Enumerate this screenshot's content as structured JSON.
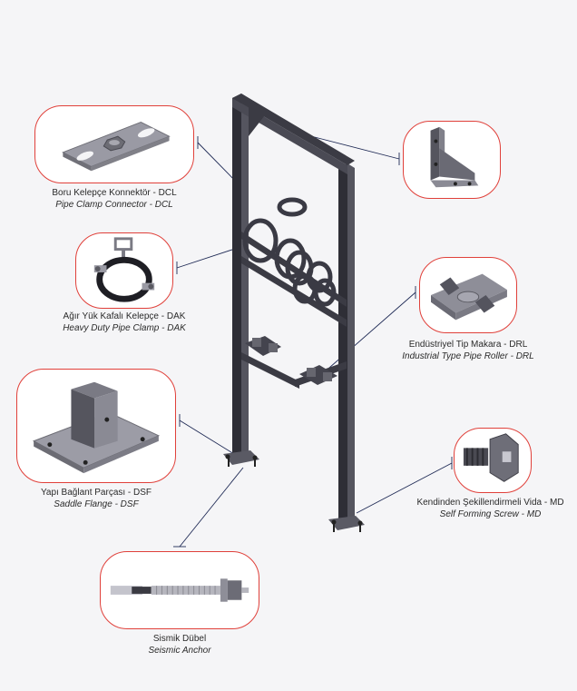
{
  "colors": {
    "accent": "#e0403a",
    "background": "#f5f5f7",
    "steel": "#3b3b44",
    "leader": "#1f2a55"
  },
  "components": [
    {
      "id": "dcl",
      "tr": "Boru Kelepçe Konnektör - DCL",
      "en": "Pipe Clamp Connector - DCL"
    },
    {
      "id": "dak",
      "tr": "Ağır Yük Kafalı Kelepçe - DAK",
      "en": "Heavy Duty Pipe Clamp - DAK"
    },
    {
      "id": "dsf",
      "tr": "Yapı Bağlant Parçası - DSF",
      "en": "Saddle Flange - DSF"
    },
    {
      "id": "anchor",
      "tr": "Sismik Dübel",
      "en": "Seismic Anchor"
    },
    {
      "id": "drl",
      "tr": "Endüstriyel Tip Makara - DRL",
      "en": "Industrial Type Pipe Roller - DRL"
    },
    {
      "id": "md",
      "tr": "Kendinden Şekillendirmeli Vida - MD",
      "en": "Self Forming Screw - MD"
    },
    {
      "id": "bracket",
      "tr": "",
      "en": ""
    }
  ]
}
